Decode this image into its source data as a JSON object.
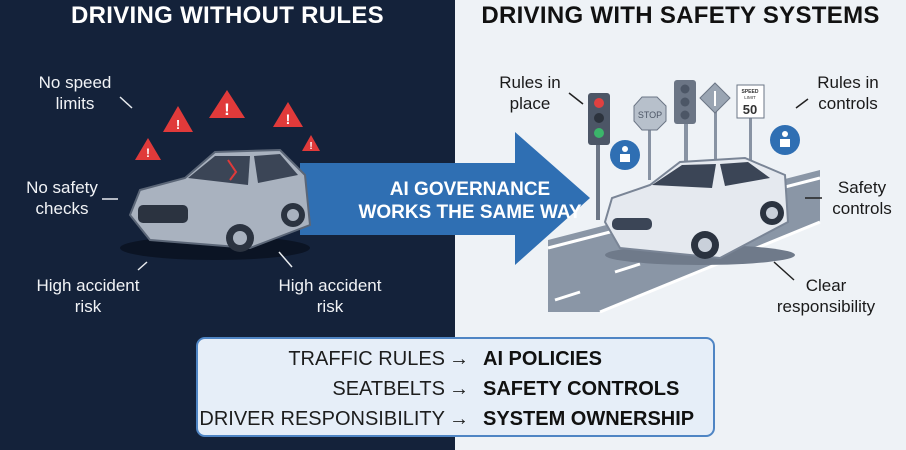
{
  "left": {
    "title": "DRIVING WITHOUT RULES",
    "labels": {
      "speed": [
        "No speed",
        "limits"
      ],
      "safety": [
        "No safety",
        "checks"
      ],
      "risk1": [
        "High accident",
        "risk"
      ],
      "risk2": [
        "High accident",
        "risk"
      ]
    }
  },
  "right": {
    "title": "DRIVING WITH SAFETY SYSTEMS",
    "labels": {
      "rules_place": [
        "Rules in",
        "place"
      ],
      "rules_controls": [
        "Rules in",
        "controls"
      ],
      "safety_controls": [
        "Safety",
        "controls"
      ],
      "responsibility": [
        "Clear",
        "responsibility"
      ]
    },
    "signs": {
      "stop": "STOP",
      "speed_top": "SPEED",
      "speed_mid": "LIMIT",
      "speed_value": "50"
    }
  },
  "arrow": {
    "lines": [
      "AI GOVERNANCE",
      "WORKS THE SAME WAY"
    ]
  },
  "mapping": [
    {
      "from": "TRAFFIC RULES",
      "to": "AI POLICIES"
    },
    {
      "from": "SEATBELTS",
      "to": "SAFETY CONTROLS"
    },
    {
      "from": "DRIVER RESPONSIBILITY",
      "to": "SYSTEM OWNERSHIP"
    }
  ],
  "mapping_arrow": "→",
  "colors": {
    "dark_bg": "#14223a",
    "light_bg": "#eef2f6",
    "accent_blue": "#2f6fb3",
    "warning_red": "#e03a3a"
  }
}
